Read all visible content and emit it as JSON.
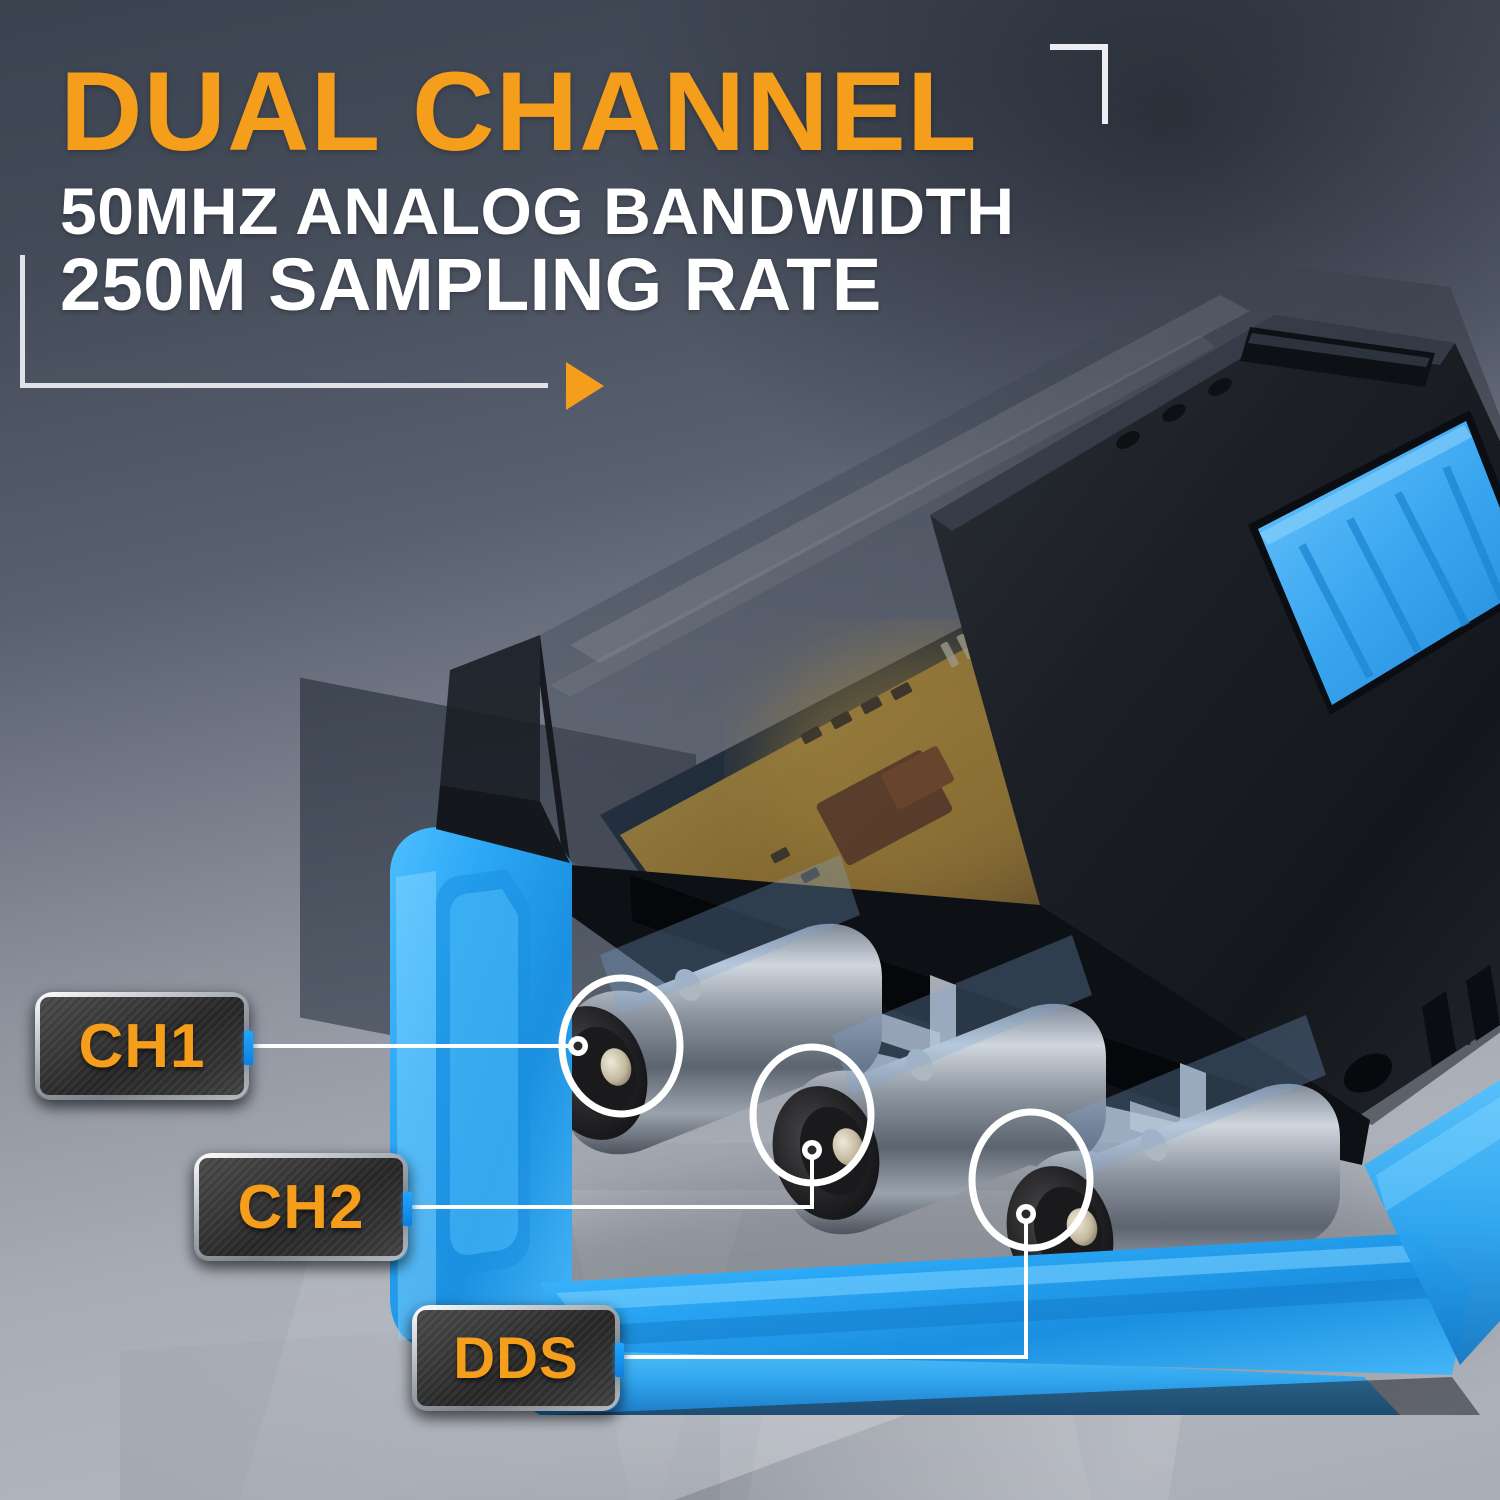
{
  "headline": {
    "title": "DUAL CHANNEL",
    "subtitle_1": "50MHZ ANALOG BANDWIDTH",
    "subtitle_2": "250M SAMPLING RATE",
    "accent_color": "#F59E1B",
    "text_color": "#FFFFFF"
  },
  "decor": {
    "corner_bracket": "corner-bracket-icon",
    "arrow": "right-arrow-icon",
    "bracket": "l-bracket-icon"
  },
  "callouts": [
    {
      "label": "CH1",
      "port": "bnc-connector-1",
      "accent": "#1FA7FF"
    },
    {
      "label": "CH2",
      "port": "bnc-connector-2",
      "accent": "#1FA7FF"
    },
    {
      "label": "DDS",
      "port": "bnc-connector-3",
      "accent": "#1FA7FF"
    }
  ],
  "product": {
    "name": "handheld-oscilloscope",
    "body_color": "#1E2127",
    "bumper_color": "#2AA7F5",
    "grip_panel_color": "#3AA6F0",
    "pcb_warm_glow": "#F5B21A",
    "pcb_cool_glow": "#1775E0",
    "connector_count": 3
  },
  "background": {
    "top_color": "#3C4350",
    "bottom_color": "#B2B6BE"
  }
}
